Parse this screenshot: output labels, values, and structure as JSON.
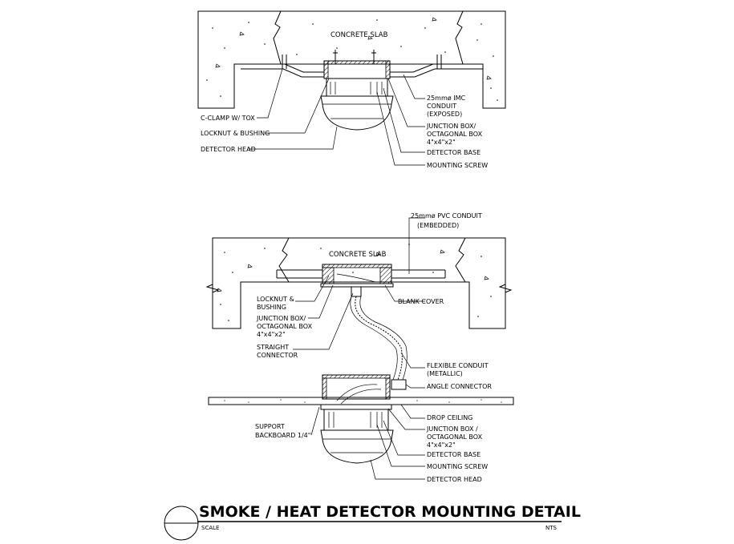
{
  "detail_top": {
    "slab_label": "CONCRETE SLAB",
    "left_labels": {
      "c_clamp": "C-CLAMP W/ TOX",
      "locknut": "LOCKNUT & BUSHING",
      "detector_head": "DETECTOR HEAD"
    },
    "right_labels": {
      "conduit": [
        "25mmø IMC",
        "CONDUIT",
        "(EXPOSED)"
      ],
      "junction_box": [
        "JUNCTION BOX/",
        "OCTAGONAL BOX",
        "4\"x4\"x2\""
      ],
      "detector_base": "DETECTOR BASE",
      "mounting_screw": "MOUNTING SCREW"
    }
  },
  "detail_bottom": {
    "slab_label": "CONCRETE SLAB",
    "pvc_conduit": [
      "25mmø PVC CONDUIT",
      "(EMBEDDED)"
    ],
    "left_labels": {
      "locknut": [
        "LOCKNUT &",
        "BUSHING"
      ],
      "junction_box": [
        "JUNCTION BOX/",
        "OCTAGONAL BOX",
        "4\"x4\"x2\""
      ],
      "straight_connector": [
        "STRAIGHT",
        "CONNECTOR"
      ],
      "support_backboard": [
        "SUPPORT",
        "BACKBOARD 1/4\""
      ]
    },
    "right_labels": {
      "blank_cover": "BLANK COVER",
      "flexible_conduit": [
        "FLEXIBLE CONDUIT",
        "(METALLIC)"
      ],
      "angle_connector": "ANGLE CONNECTOR",
      "drop_ceiling": "DROP CEILING",
      "junction_box": [
        "JUNCTION BOX /",
        "OCTAGONAL BOX",
        "4\"x4\"x2\""
      ],
      "detector_base": "DETECTOR BASE",
      "mounting_screw": "MOUNTING SCREW",
      "detector_head": "DETECTOR HEAD"
    }
  },
  "title_block": {
    "title": "SMOKE / HEAT DETECTOR MOUNTING DETAIL",
    "scale_label": "SCALE",
    "scale_value": "NTS"
  }
}
